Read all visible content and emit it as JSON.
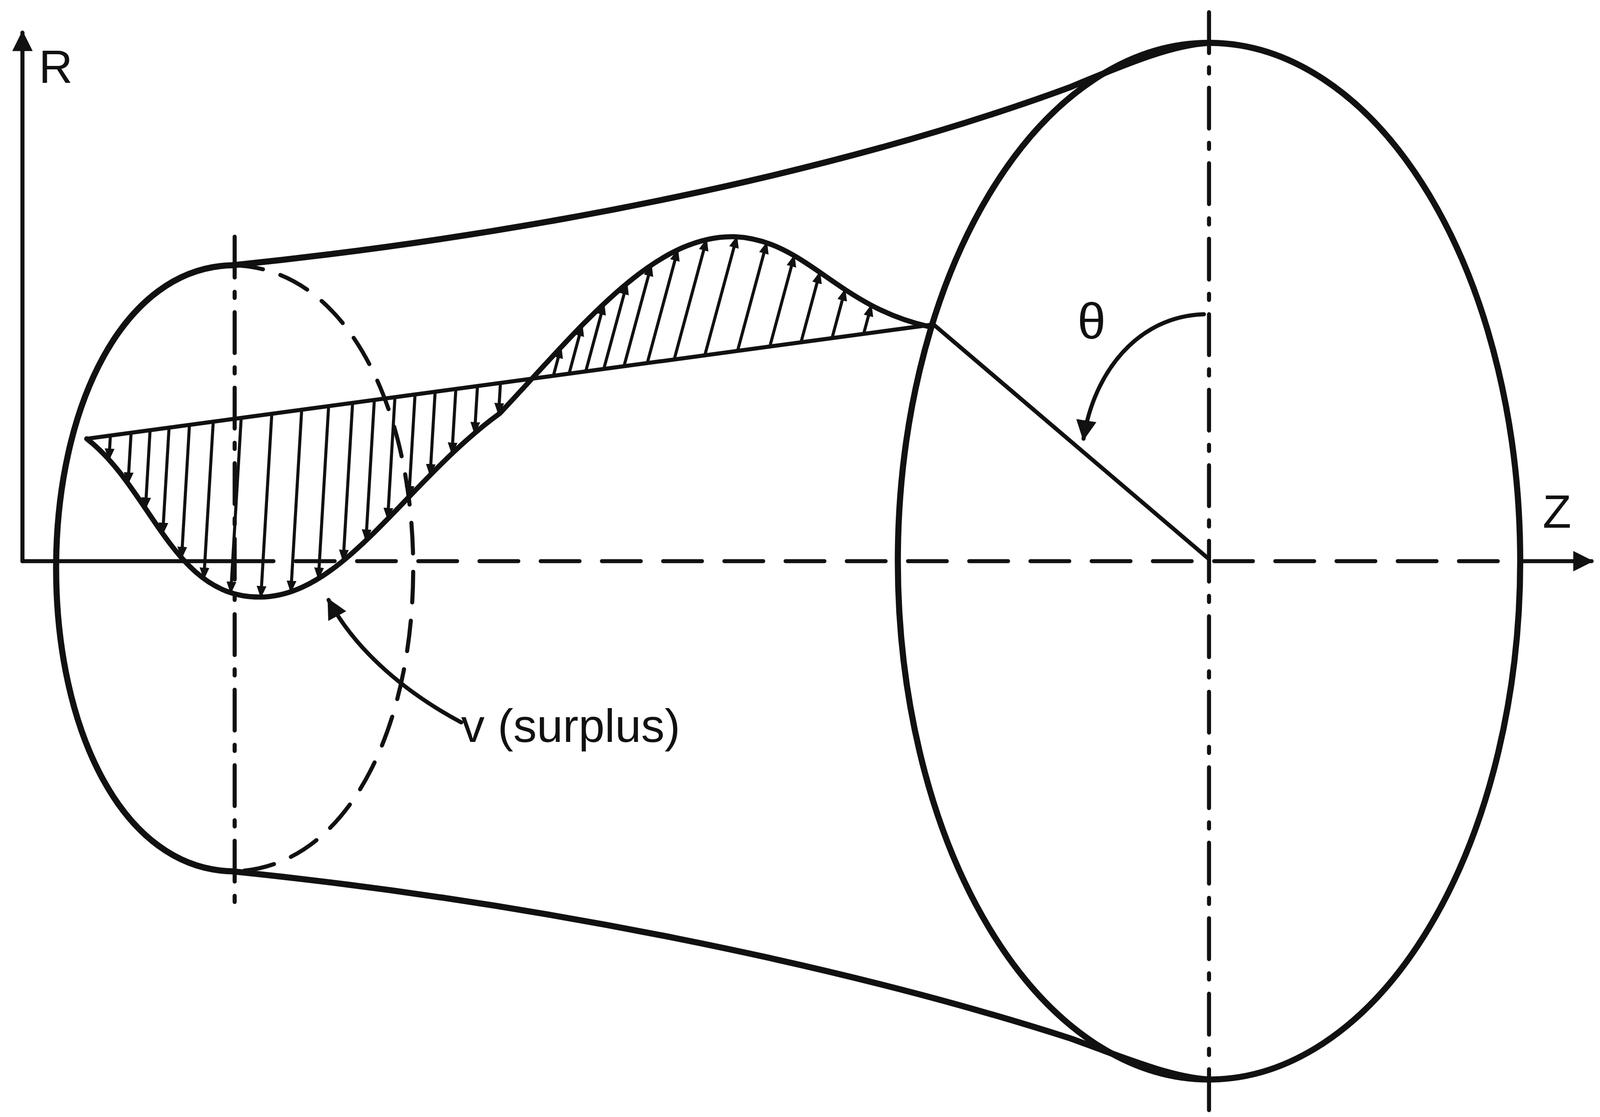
{
  "diagram": {
    "labels": [
      "R",
      "θ",
      "Z",
      "v (surplus)"
    ]
  }
}
